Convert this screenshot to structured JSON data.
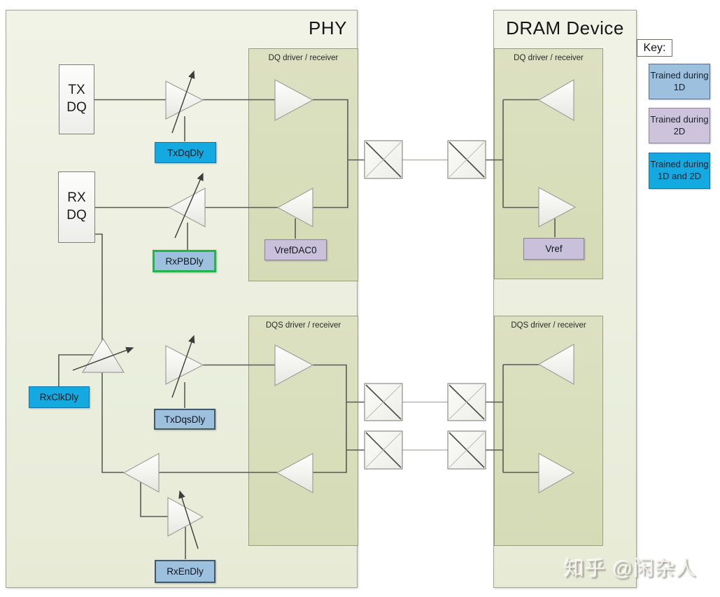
{
  "phy": {
    "title": "PHY",
    "dq_label": "DQ driver / receiver",
    "dqs_label": "DQS driver / receiver"
  },
  "dram": {
    "title": "DRAM Device",
    "dq_label": "DQ driver / receiver",
    "dqs_label": "DQS driver / receiver"
  },
  "blocks": {
    "tx_dq": "TX DQ",
    "rx_dq": "RX DQ"
  },
  "registers": {
    "txdqdly": "TxDqDly",
    "rxpbdly": "RxPBDly",
    "vrefdac0": "VrefDAC0",
    "rxclkdly": "RxClkDly",
    "txdqsdly": "TxDqsDly",
    "rxendly": "RxEnDly",
    "vref": "Vref"
  },
  "key": {
    "label": "Key:",
    "items": [
      {
        "label": "Trained during 1D",
        "color": "#9dc0de"
      },
      {
        "label": "Trained during 2D",
        "color": "#cdc3db"
      },
      {
        "label": "Trained during 1D and 2D",
        "color": "#14a9e0"
      }
    ]
  },
  "colors": {
    "trained_1d": "#9dc0de",
    "trained_2d": "#c9c0dc",
    "trained_1d_2d": "#14a9e0",
    "rxpbdly_border": "#25b34b"
  },
  "watermark": {
    "text": "知乎 @闲杂人"
  }
}
